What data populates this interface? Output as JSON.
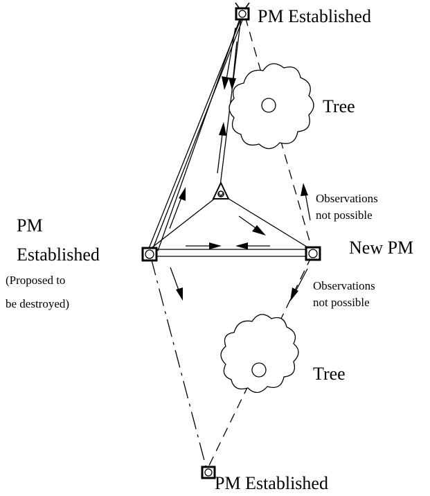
{
  "labels": {
    "pm_top": "PM Established",
    "tree_top": "Tree",
    "obs_top_line1": "Observations",
    "obs_top_line2": "not possible",
    "pm_left_line1": "PM",
    "pm_left_line2": "Established",
    "pm_left_line3": "(Proposed to",
    "pm_left_line4": "be destroyed)",
    "new_pm": "New PM",
    "obs_bottom_line1": "Observations",
    "obs_bottom_line2": "not possible",
    "tree_bottom": "Tree",
    "pm_bottom": "PM Established"
  }
}
